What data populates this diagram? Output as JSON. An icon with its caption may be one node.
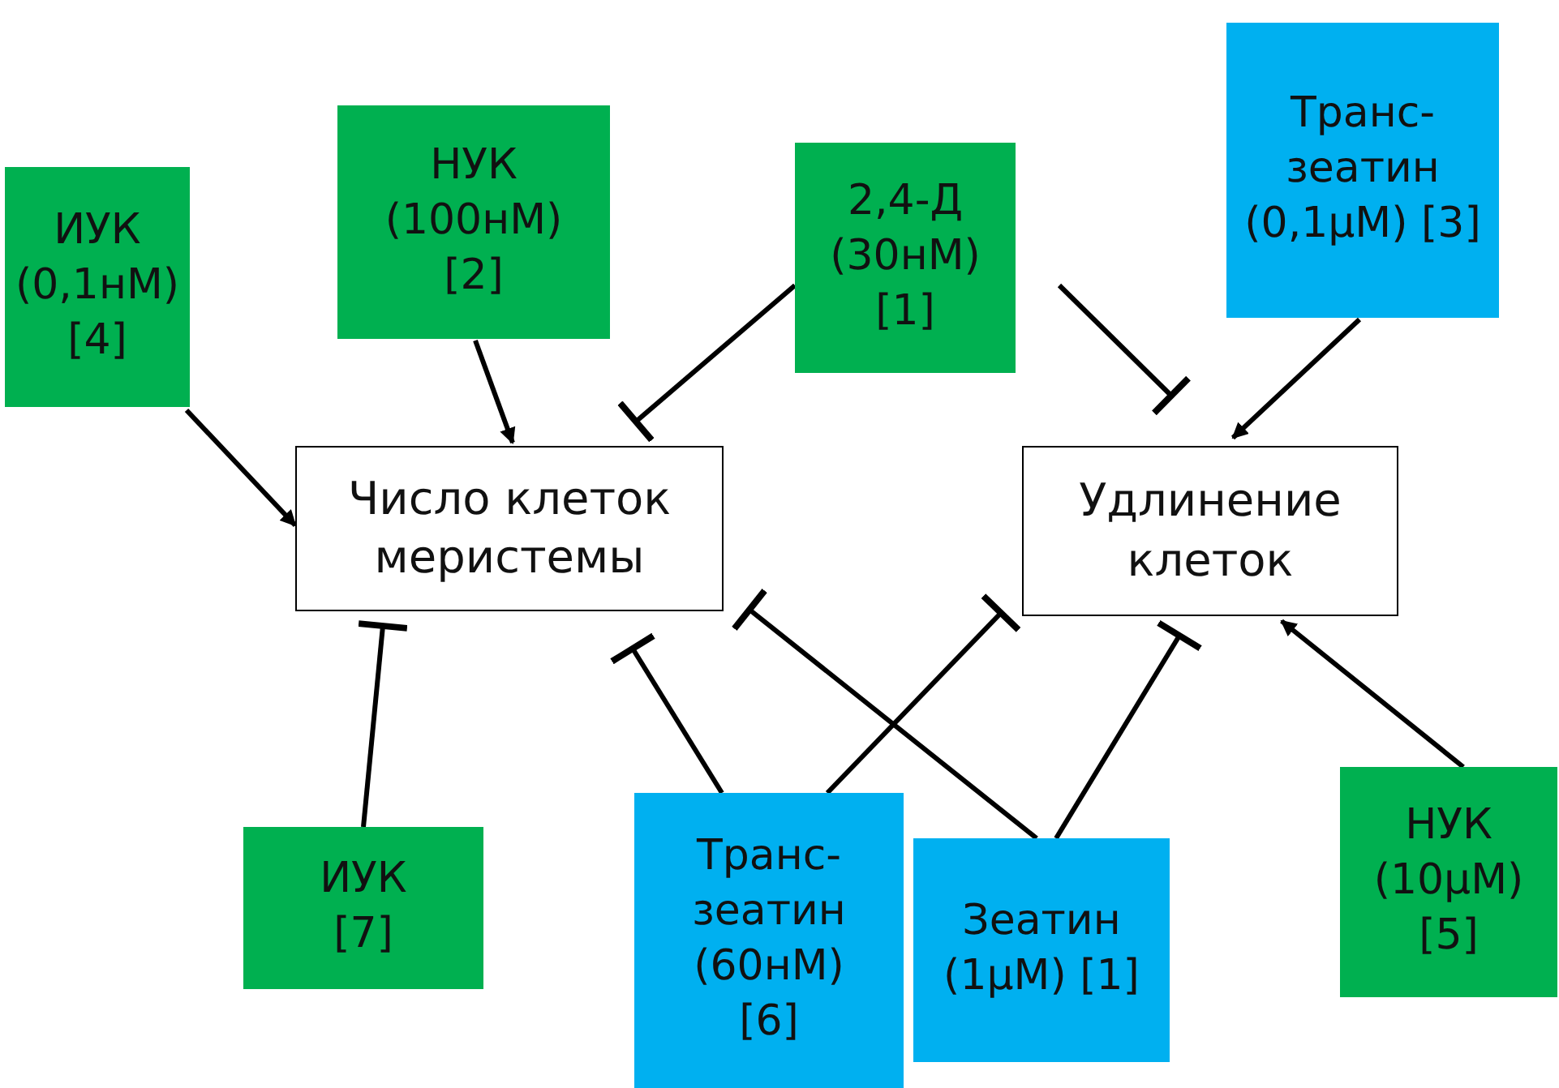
{
  "diagram": {
    "nodes": [
      {
        "text": [
          "ИУК (0,1нМ) [4]"
        ]
      },
      {
        "text": [
          "НУК (100нМ) [2]"
        ]
      },
      {
        "text": [
          "2,4-Д (30нМ) [1]"
        ]
      },
      {
        "text": [
          "Транс-зеатин (0,1μМ) [3]"
        ]
      },
      {
        "text": [
          "Число клеток меристемы"
        ]
      },
      {
        "text": [
          "Удлинение клеток"
        ]
      },
      {
        "text": [
          "ИУК [7]"
        ]
      },
      {
        "text": [
          "Транс-зеатин (60нМ) [6]"
        ]
      },
      {
        "text": [
          "Зеатин (1μМ) [1]"
        ]
      },
      {
        "text": [
          "НУК (10μМ) [5]"
        ]
      }
    ],
    "edges": [
      {
        "from": 0,
        "to": 4,
        "arrow": "to"
      },
      {
        "from": 1,
        "to": 4,
        "arrow": "to"
      },
      {
        "from": 2,
        "to": 4,
        "arrow": "other"
      },
      {
        "from": 2,
        "to": 5,
        "arrow": "other"
      },
      {
        "from": 3,
        "to": 5,
        "arrow": "to"
      },
      {
        "from": 6,
        "to": 4,
        "arrow": "other"
      },
      {
        "from": 7,
        "to": 4,
        "arrow": "other"
      },
      {
        "from": 7,
        "to": 5,
        "arrow": "other"
      },
      {
        "from": 8,
        "to": 4,
        "arrow": "other"
      },
      {
        "from": 8,
        "to": 5,
        "arrow": "other"
      },
      {
        "from": 9,
        "to": 5,
        "arrow": "to"
      }
    ]
  }
}
